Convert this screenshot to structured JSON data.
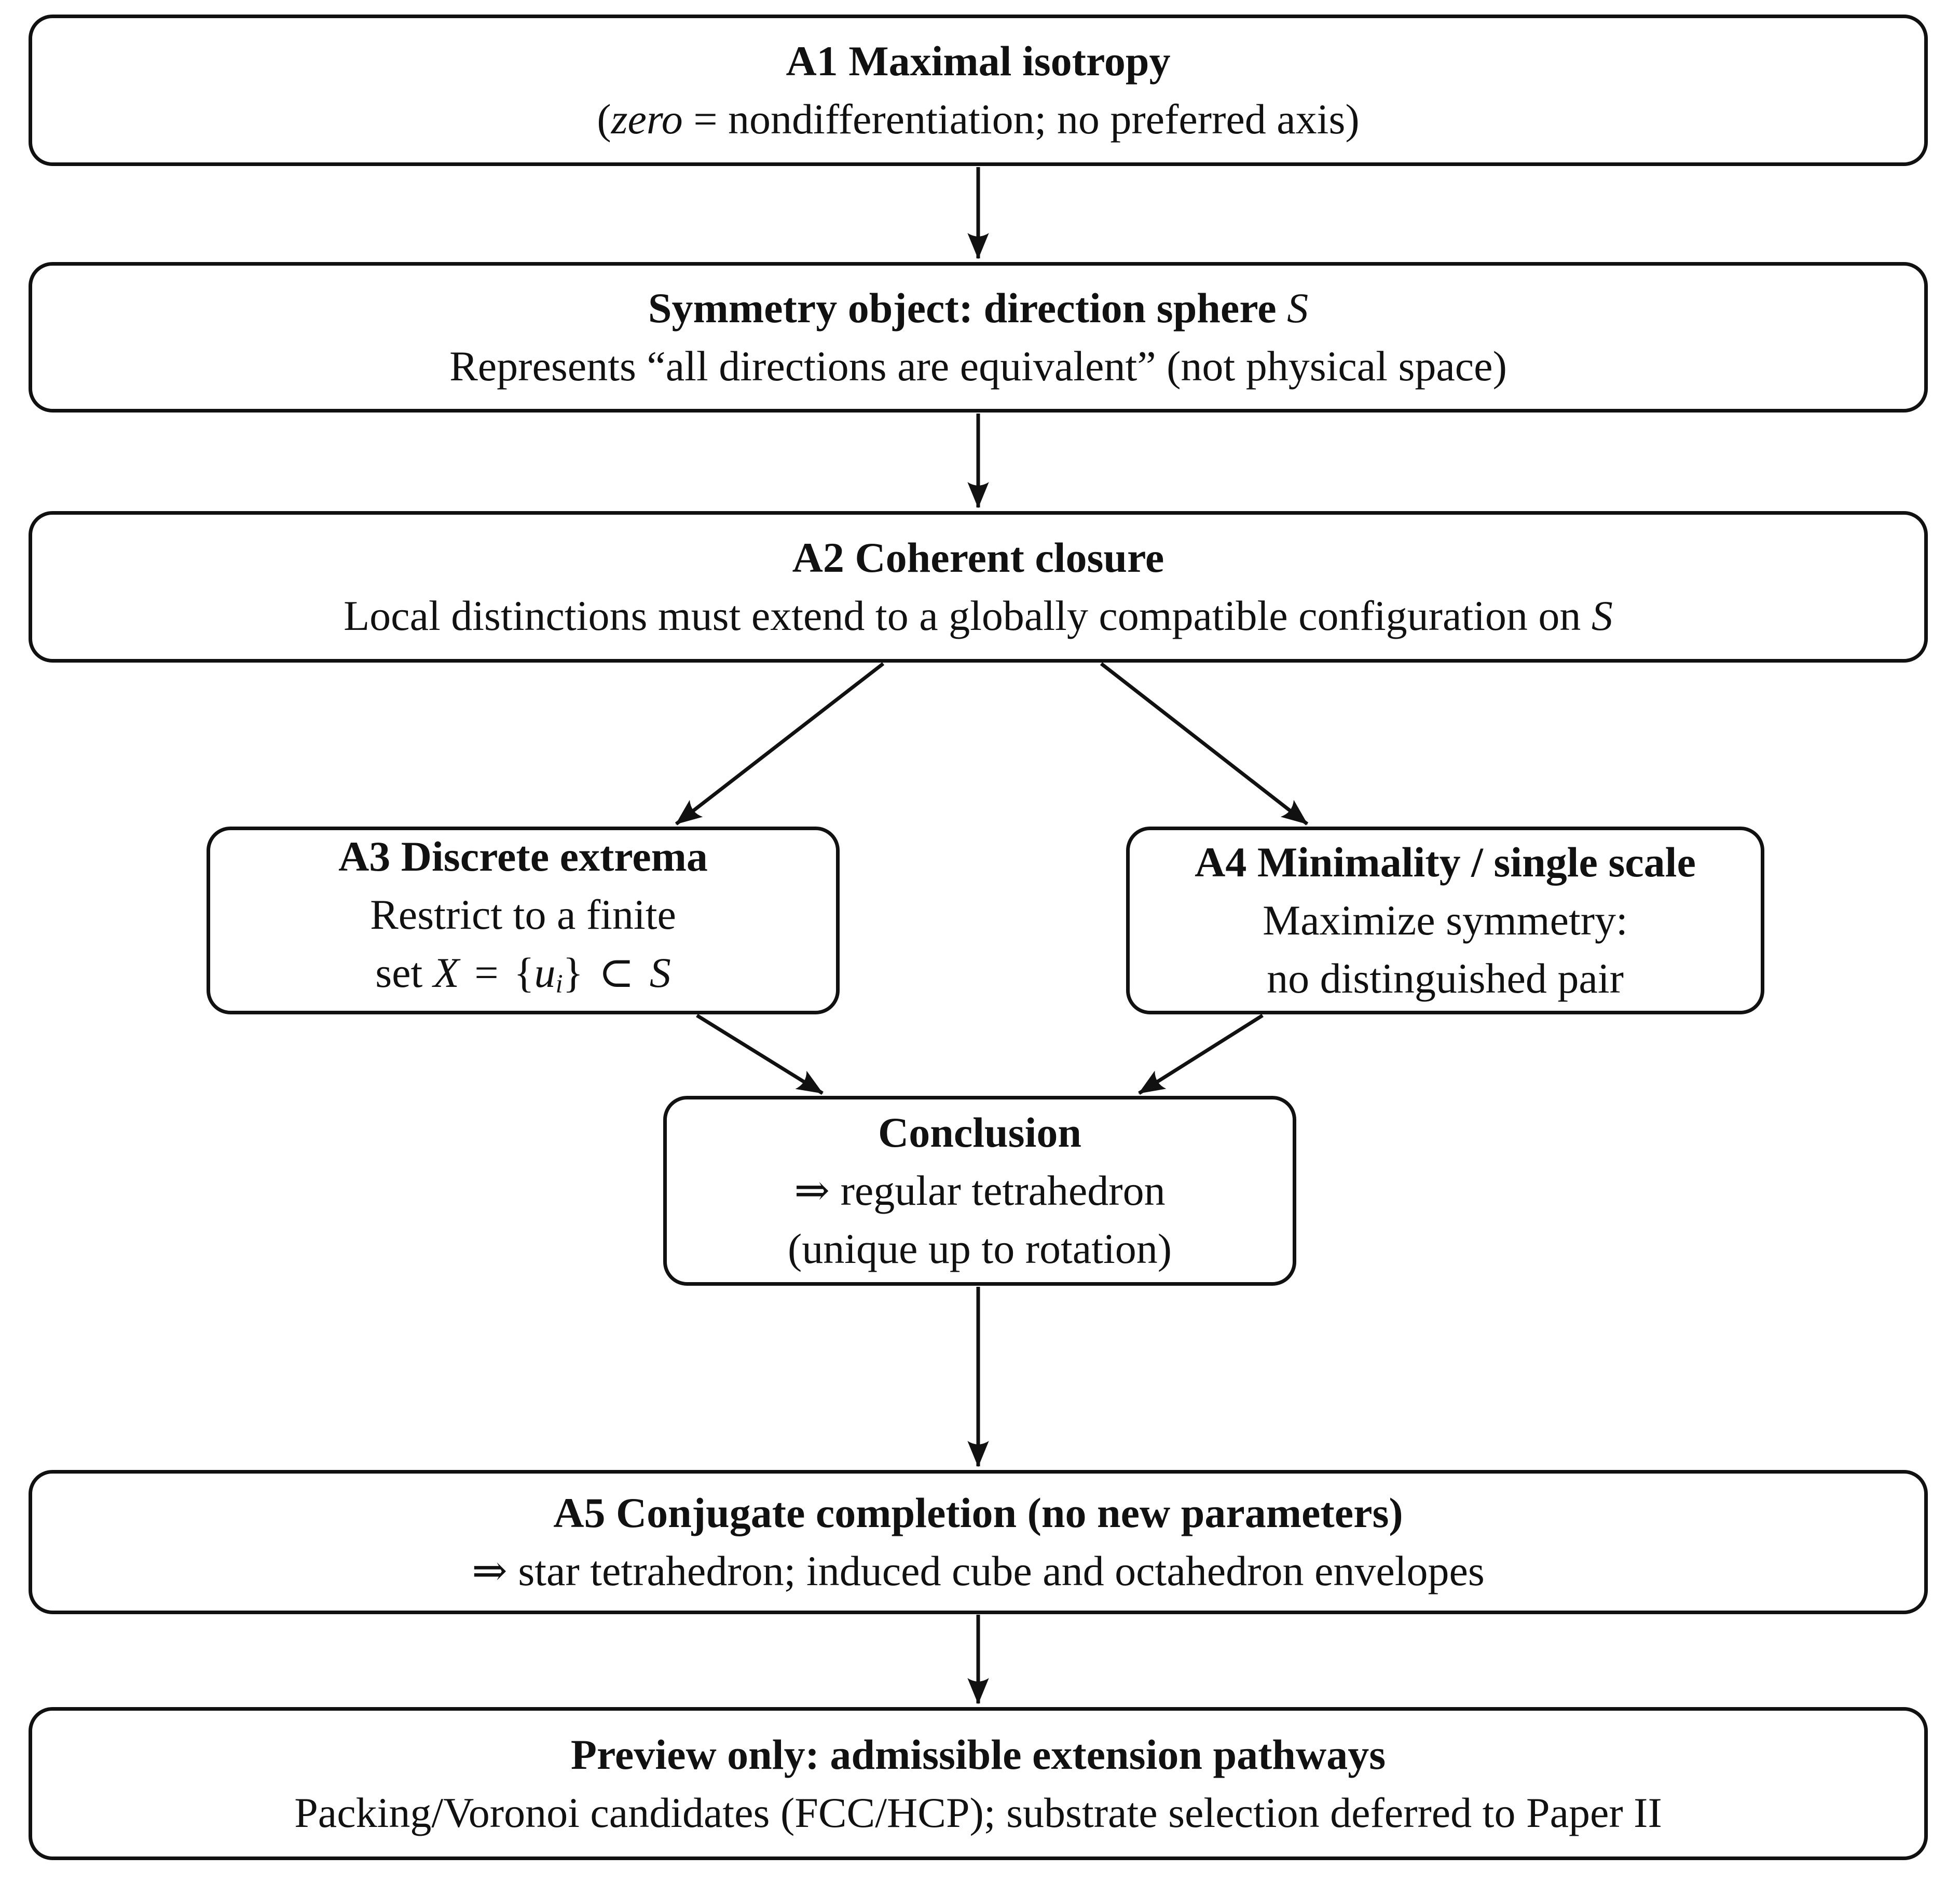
{
  "diagram": {
    "background": "#ffffff",
    "ink": "#111111",
    "nodes": {
      "a1": {
        "title": "A1 Maximal isotropy",
        "line2": {
          "open": "(",
          "em": "zero",
          "rest": " = nondifferentiation; no preferred axis)"
        }
      },
      "sym": {
        "title_main": "Symmetry object: direction sphere ",
        "title_var": "S",
        "line2": "Represents “all directions are equivalent” (not physical space)"
      },
      "a2": {
        "title": "A2 Coherent closure",
        "line2_main": "Local distinctions must extend to a globally compatible configuration on ",
        "line2_var": "S"
      },
      "a3": {
        "title": "A3 Discrete extrema",
        "line2": "Restrict to a finite",
        "line3": {
          "pre": "set ",
          "x": "X",
          "eq": "=",
          "open": "{",
          "u": "u",
          "i": "i",
          "close": "}",
          "subset": "⊂",
          "s": "S"
        }
      },
      "a4": {
        "title": "A4 Minimality / single scale",
        "line2": "Maximize symmetry:",
        "line3": "no distinguished pair"
      },
      "conclusion": {
        "title": "Conclusion",
        "line2": "⇒ regular tetrahedron",
        "line3": "(unique up to rotation)"
      },
      "a5": {
        "title": "A5 Conjugate completion (no new parameters)",
        "line2": "⇒ star tetrahedron; induced cube and octahedron envelopes"
      },
      "preview": {
        "title": "Preview only: admissible extension pathways",
        "line2": "Packing/Voronoi candidates (FCC/HCP); substrate selection deferred to Paper II"
      }
    },
    "edges": [
      {
        "from": "a1",
        "to": "sym"
      },
      {
        "from": "sym",
        "to": "a2"
      },
      {
        "from": "a2",
        "to": "a3"
      },
      {
        "from": "a2",
        "to": "a4"
      },
      {
        "from": "a3",
        "to": "conclusion"
      },
      {
        "from": "a4",
        "to": "conclusion"
      },
      {
        "from": "conclusion",
        "to": "a5"
      },
      {
        "from": "a5",
        "to": "preview"
      }
    ]
  }
}
